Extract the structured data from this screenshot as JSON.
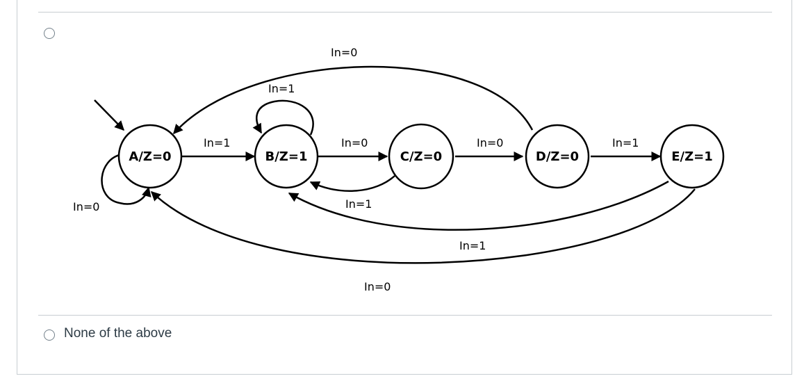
{
  "options": [
    {
      "diagram": {
        "states": [
          {
            "id": "A",
            "label": "A/Z=0"
          },
          {
            "id": "B",
            "label": "B/Z=1"
          },
          {
            "id": "C",
            "label": "C/Z=0"
          },
          {
            "id": "D",
            "label": "D/Z=0"
          },
          {
            "id": "E",
            "label": "E/Z=1"
          }
        ],
        "transitions": [
          {
            "from": "A",
            "to": "A",
            "label": "In=0"
          },
          {
            "from": "A",
            "to": "B",
            "label": "In=1"
          },
          {
            "from": "B",
            "to": "B",
            "label": "In=1"
          },
          {
            "from": "B",
            "to": "C",
            "label": "In=0"
          },
          {
            "from": "C",
            "to": "B",
            "label": "In=1"
          },
          {
            "from": "C",
            "to": "D",
            "label": "In=0"
          },
          {
            "from": "D",
            "to": "A",
            "label": "In=0"
          },
          {
            "from": "D",
            "to": "E",
            "label": "In=1"
          },
          {
            "from": "E",
            "to": "B",
            "label": "In=1"
          },
          {
            "from": "E",
            "to": "A",
            "label": "In=0"
          }
        ]
      }
    },
    {
      "label": "None of the above"
    }
  ]
}
